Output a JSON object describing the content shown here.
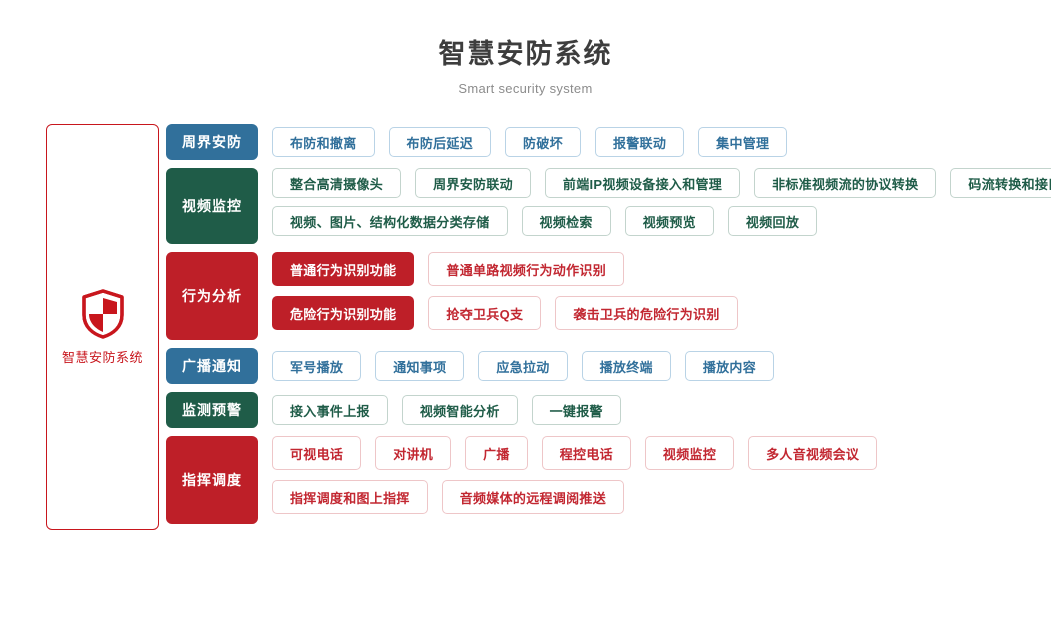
{
  "header": {
    "title": "智慧安防系统",
    "subtitle": "Smart security system"
  },
  "system_panel": {
    "label": "智慧安防系统",
    "icon": "shield-icon",
    "border_color": "#c8161d",
    "text_color": "#c8161d"
  },
  "colors": {
    "blue": "#31709b",
    "green": "#1f5c48",
    "red": "#be1f28",
    "chip_red_text": "#c22731",
    "title": "#3d3d3d",
    "subtitle": "#8c8c8c"
  },
  "categories": [
    {
      "label": "周界安防",
      "theme": "blue",
      "lines": [
        [
          {
            "label": "布防和撤离",
            "style": "outline"
          },
          {
            "label": "布防后延迟",
            "style": "outline"
          },
          {
            "label": "防破坏",
            "style": "outline"
          },
          {
            "label": "报警联动",
            "style": "outline"
          },
          {
            "label": "集中管理",
            "style": "outline"
          }
        ]
      ]
    },
    {
      "label": "视频监控",
      "theme": "green",
      "lines": [
        [
          {
            "label": "整合高清摄像头",
            "style": "outline"
          },
          {
            "label": "周界安防联动",
            "style": "outline"
          },
          {
            "label": "前端IP视频设备接入和管理",
            "style": "outline"
          },
          {
            "label": "非标准视频流的协议转换",
            "style": "outline"
          },
          {
            "label": "码流转换和接口转换",
            "style": "outline"
          }
        ],
        [
          {
            "label": "视频、图片、结构化数据分类存储",
            "style": "outline"
          },
          {
            "label": "视频检索",
            "style": "outline"
          },
          {
            "label": "视频预览",
            "style": "outline"
          },
          {
            "label": "视频回放",
            "style": "outline"
          }
        ]
      ]
    },
    {
      "label": "行为分析",
      "theme": "red",
      "lines": [
        [
          {
            "label": "普通行为识别功能",
            "style": "solid"
          },
          {
            "label": "普通单路视频行为动作识别",
            "style": "outline"
          }
        ],
        [
          {
            "label": "危险行为识别功能",
            "style": "solid"
          },
          {
            "label": "抢夺卫兵Q支",
            "style": "outline"
          },
          {
            "label": "袭击卫兵的危险行为识别",
            "style": "outline"
          }
        ]
      ]
    },
    {
      "label": "广播通知",
      "theme": "blue",
      "lines": [
        [
          {
            "label": "军号播放",
            "style": "outline"
          },
          {
            "label": "通知事项",
            "style": "outline"
          },
          {
            "label": "应急拉动",
            "style": "outline"
          },
          {
            "label": "播放终端",
            "style": "outline"
          },
          {
            "label": "播放内容",
            "style": "outline"
          }
        ]
      ]
    },
    {
      "label": "监测预警",
      "theme": "green",
      "lines": [
        [
          {
            "label": "接入事件上报",
            "style": "outline"
          },
          {
            "label": "视频智能分析",
            "style": "outline"
          },
          {
            "label": "一键报警",
            "style": "outline"
          }
        ]
      ]
    },
    {
      "label": "指挥调度",
      "theme": "red",
      "lines": [
        [
          {
            "label": "可视电话",
            "style": "outline"
          },
          {
            "label": "对讲机",
            "style": "outline"
          },
          {
            "label": "广播",
            "style": "outline"
          },
          {
            "label": "程控电话",
            "style": "outline"
          },
          {
            "label": "视频监控",
            "style": "outline"
          },
          {
            "label": "多人音视频会议",
            "style": "outline"
          }
        ],
        [
          {
            "label": "指挥调度和图上指挥",
            "style": "outline"
          },
          {
            "label": "音频媒体的远程调阅推送",
            "style": "outline"
          }
        ]
      ]
    }
  ]
}
